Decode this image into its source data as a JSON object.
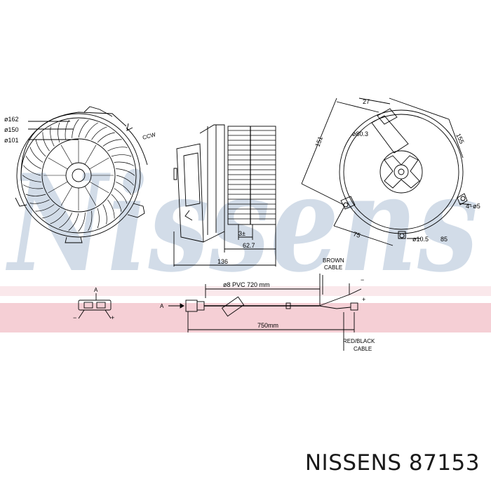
{
  "watermark": {
    "text": "Nissens",
    "color": "#9fb5cc",
    "stripe_color": "#f2c6cc"
  },
  "front_view": {
    "dim_162": "ø162",
    "dim_150": "ø150",
    "dim_101": "ø101",
    "rotation": "CCW"
  },
  "side_view": {
    "dim_3": "3±",
    "dim_62_7": "62.7",
    "dim_136": "136"
  },
  "rear_view": {
    "dim_27": "27",
    "dim_80_3": "ø80.3",
    "dim_151": "151",
    "dim_155": "155",
    "dim_4x5": "4−ø5",
    "dim_75": "75",
    "dim_10_5": "ø10.5",
    "dim_85": "85"
  },
  "connector": {
    "label_a": "A",
    "minus": "−",
    "plus": "+"
  },
  "cable": {
    "label_a": "A",
    "spec": "ø8  PVC  720  mm",
    "length": "750mm",
    "brown_cable": [
      "BROWN",
      "CABLE"
    ],
    "red_black_cable": [
      "RED/BLACK",
      "CABLE"
    ],
    "minus": "−",
    "plus": "+"
  },
  "footer": {
    "brand": "NISSENS",
    "part_number": "87153"
  }
}
